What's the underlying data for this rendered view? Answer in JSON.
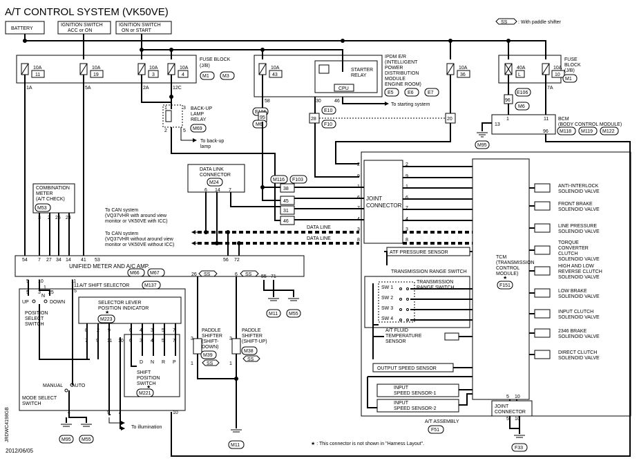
{
  "title": "A/T CONTROL SYSTEM (VK50VE)",
  "legend": {
    "tag": "SS",
    "text": ": With paddle shifter"
  },
  "battery": "BATTERY",
  "ign_acc": [
    "IGNITION SWITCH",
    "ACC or ON"
  ],
  "ign_on": [
    "IGNITION SWITCH",
    "ON or START"
  ],
  "fuses": {
    "f1": {
      "amp": "10A",
      "num": "11",
      "out": "1A"
    },
    "f2": {
      "amp": "10A",
      "num": "19",
      "out": "5A"
    },
    "f3": {
      "amp": "10A",
      "num": "3",
      "out": "2A"
    },
    "f4": {
      "amp": "10A",
      "num": "4",
      "out": "12C"
    },
    "f5": {
      "amp": "10A",
      "num": "43",
      "out": "58"
    },
    "f6": {
      "amp": "10A",
      "num": "36"
    },
    "f7": {
      "amp": "40A",
      "num": "L"
    },
    "f8": {
      "amp": "10A",
      "num": "10",
      "out": "7A"
    }
  },
  "fuse_block_left": {
    "lines": [
      "FUSE BLOCK",
      "(J/B)"
    ],
    "conn": [
      "M1",
      "M3"
    ]
  },
  "fuse_block_right": {
    "lines": [
      "FUSE",
      "BLOCK",
      "(J/B)"
    ],
    "conn": "M1"
  },
  "ipdm": {
    "lines": [
      "IPDM E/R",
      "(INTELLIGENT",
      "POWER",
      "DISTRIBUTION",
      "MODULE",
      "ENGINE ROOM)"
    ],
    "conn": [
      "E5",
      "E6",
      "E7"
    ],
    "relay": [
      "STARTER",
      "RELAY"
    ],
    "cpu": "CPU",
    "pins": [
      "30",
      "46"
    ],
    "to_start": "To starting system",
    "c_e10": "E10",
    "c_f10": "F10"
  },
  "backup": {
    "lines": [
      "BACK-UP",
      "LAMP",
      "RELAY"
    ],
    "conn": "M69",
    "pins": [
      "1",
      "3",
      "2",
      "5"
    ],
    "to": [
      "To back-up",
      "lamp"
    ]
  },
  "e106_left": {
    "conn": "E106",
    "pin": "95",
    "conn2": "M6"
  },
  "e106_right": {
    "conn": "E106",
    "pin": "96",
    "conn2": "M6"
  },
  "pin28": "28",
  "pin20": "20",
  "bcm": {
    "lines": [
      "BCM",
      "(BODY CONTROL MODULE)"
    ],
    "conn": [
      "M118",
      "M119",
      "M122"
    ],
    "pins": [
      "13",
      "1",
      "11",
      "96"
    ],
    "gnd": "M95"
  },
  "dlc": {
    "lines": [
      "DATA LINK",
      "CONNECTOR"
    ],
    "conn": "M24",
    "pins": [
      "6",
      "14",
      "7"
    ]
  },
  "combo": {
    "lines": [
      "COMBINATION",
      "METER",
      "(A/T CHECK)"
    ],
    "conn": "M53",
    "pins": [
      "3",
      "2",
      "25",
      "24"
    ]
  },
  "can1": [
    "To CAN system",
    "(VQ37VHR with around view",
    "monitor or VK50VE with ICC)"
  ],
  "can2": [
    "To CAN system",
    "(VQ37VHR without around view",
    "monitor or VK50VE without ICC)"
  ],
  "dataline": "DATA LINE",
  "unified": {
    "label": "UNIFIED METER AND A/C AMP.",
    "conn": [
      "M66",
      "M67"
    ],
    "top_pins": [
      "54",
      "7",
      "27",
      "34",
      "14",
      "41",
      "53",
      "56",
      "72"
    ],
    "bot_pins": [
      "5",
      "10",
      "11",
      "26",
      "6",
      "55",
      "71"
    ],
    "gnd": [
      "M11",
      "M55"
    ]
  },
  "joint": {
    "label": [
      "JOINT",
      "CONNECTOR"
    ],
    "conn": [
      "M116",
      "F103"
    ],
    "left_pins": [
      "2",
      "9",
      "1",
      "6",
      "7",
      "4",
      "3",
      "8"
    ],
    "right_pins": [
      "2",
      "9",
      "1",
      "6",
      "7",
      "4",
      "3",
      "8"
    ],
    "mid_pins": [
      "38",
      "45",
      "31",
      "46"
    ]
  },
  "atf_pressure": "ATF PRESSURE SENSOR",
  "trs": {
    "title": "TRANSMISSION RANGE SWITCH",
    "inner": [
      "TRANSMISSION",
      "RANGE SWITCH"
    ],
    "sw": [
      "SW 1",
      "SW 2",
      "SW 3",
      "SW 4"
    ]
  },
  "fluid_temp": [
    "A/T FLUID",
    "TEMPERATURE",
    "SENSOR"
  ],
  "output_speed": "OUTPUT SPEED SENSOR",
  "input1": [
    "INPUT",
    "SPEED SENSOR-1"
  ],
  "input2": [
    "INPUT",
    "SPEED SENSOR-2"
  ],
  "tcm": {
    "lines": [
      "TCM",
      "(TRANSMISSION",
      "CONTROL",
      "MODULE)"
    ],
    "conn": "F151",
    "pins": [
      "5",
      "10"
    ]
  },
  "valves": [
    [
      "ANTI-INTERLOCK",
      "SOLENOID VALVE"
    ],
    [
      "FRONT BRAKE",
      "SOLENOID VALVE"
    ],
    [
      "LINE PRESSURE",
      "SOLENOID VALVE"
    ],
    [
      "TORQUE",
      "CONVERTER",
      "CLUTCH",
      "SOLENOID VALVE"
    ],
    [
      "HIGH AND LOW",
      "REVERSE CLUTCH",
      "SOLENOID VALVE"
    ],
    [
      "LOW BRAKE",
      "SOLENOID VALVE"
    ],
    [
      "INPUT CLUTCH",
      "SOLENOID VALVE"
    ],
    [
      "2346 BRAKE",
      "SOLENOID VALVE"
    ],
    [
      "DIRECT CLUTCH",
      "SOLENOID VALVE"
    ]
  ],
  "at_assembly": {
    "label": "A/T ASSEMBLY",
    "conn": "F51"
  },
  "joint2": {
    "label": [
      "JOINT",
      "CONNECTOR"
    ],
    "pins": [
      "5",
      "10",
      "5",
      "10"
    ],
    "gnd": "F33"
  },
  "selector": {
    "label": "A/T SHIFT SELECTOR",
    "conn": "M137",
    "pins_top": [
      "5",
      "3",
      "1",
      "25",
      "11"
    ],
    "pin_mid": "5",
    "up": "UP",
    "down": "DOWN",
    "n": "N",
    "pss": [
      "POSITION",
      "SELECT",
      "SWITCH"
    ],
    "manual": "MANUAL",
    "auto": "AUTO",
    "mss": [
      "MODE SELECT",
      "SWITCH"
    ],
    "pin4": "4",
    "pin10": "10",
    "gnd": [
      "M95",
      "M55"
    ]
  },
  "indicator": {
    "lines": [
      "SELECTOR LEVER",
      "POSITION INDICATOR"
    ],
    "conn": "M223",
    "pins_top": [
      "8",
      "2",
      "9"
    ],
    "pins_bot": [
      "7",
      "9",
      "11",
      "10"
    ]
  },
  "sps": {
    "lines": [
      "SHIFT",
      "POSITION",
      "SWITCH"
    ],
    "conn": "M221",
    "pins_top": [
      "6",
      "4",
      "3",
      "5",
      "7"
    ],
    "pins_bot": [
      "6",
      "3",
      "4",
      "5",
      "7"
    ],
    "pos": [
      "D",
      "N",
      "R",
      "P"
    ]
  },
  "illum": {
    "text": "To illumination",
    "pins": [
      "9",
      "7"
    ]
  },
  "paddle_down": {
    "lines": [
      "PADDLE",
      "SHIFTER",
      "(SHIFT-",
      "DOWN)"
    ],
    "conn": "M39",
    "pins": [
      "3",
      "1"
    ],
    "tag": "SS"
  },
  "paddle_up": {
    "lines": [
      "PADDLE",
      "SHIFTER",
      "(SHIFT-UP)"
    ],
    "conn": "M38",
    "pins": [
      "3",
      "1"
    ],
    "tag": "SS"
  },
  "gnd_m11": "M11",
  "footnote": "★ : This connector is not shown in \"Harness Layout\".",
  "date": "2012/06/05",
  "code": "JRDWC4198GB"
}
